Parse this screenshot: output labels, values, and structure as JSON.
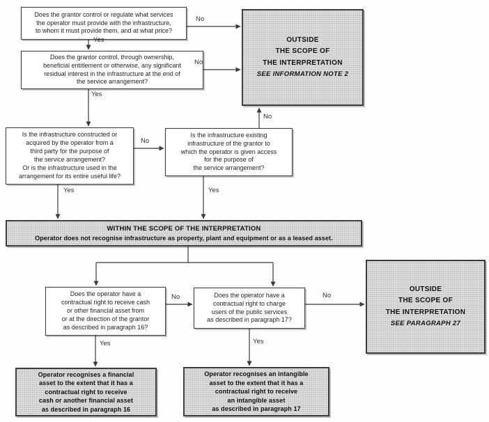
{
  "labels": {
    "yes": "Yes",
    "no": "No"
  },
  "colors": {
    "box_fill": "#ffffff",
    "shaded_fill": "#c9c9c9",
    "border": "#3c3c3c",
    "line": "#3a3a3a"
  },
  "nodes": {
    "q1": {
      "text": "Does the grantor control or regulate what services\nthe operator must provide with the infrastructure,\nto whom it must provide them, and at what price?"
    },
    "q2": {
      "text": "Does the grantor control, through ownership,\nbeneficial entitlement or otherwise, any significant\nresidual interest in the infrastructure at the end of\nthe service arrangement?"
    },
    "q3": {
      "text": "Is the infrastructure constructed or\nacquired by the operator from a\nthird party for the purpose of\nthe service arrangement?\nOr is the infrastructure used in the\narrangement for its entire useful life?"
    },
    "q4": {
      "text": "Is the infrastructure existing\ninfrastructure of the grantor to\nwhich the operator is given access\nfor the purpose of\nthe service arrangement?"
    },
    "q5": {
      "text": "Does the operator have a\ncontractual right to receive cash\nor other financial asset from\nor at the direction of the grantor\nas described in paragraph 16?"
    },
    "q6": {
      "text": "Does the operator have a\ncontractual right to charge\nusers of the public services\nas described in paragraph 17?"
    },
    "outside_top": {
      "title": "OUTSIDE\nTHE SCOPE OF\nTHE INTERPRETATION",
      "note": "SEE INFORMATION NOTE 2"
    },
    "outside_right": {
      "title": "OUTSIDE\nTHE SCOPE OF\nTHE INTERPRETATION",
      "note": "SEE PARAGRAPH 27"
    },
    "within": {
      "title": "WITHIN THE SCOPE OF THE INTERPRETATION",
      "subtitle": "Operator does not recognise infrastructure as property, plant and equipment or as a leased asset."
    },
    "result_financial": {
      "text": "Operator recognises a financial\nasset to the extent that it has a\ncontractual right to receive\ncash or another financial asset\nas described in paragraph 16"
    },
    "result_intangible": {
      "text": "Operator recognises an intangible\nasset to the extent that it has a\ncontractual right to receive\nan intangible asset\nas described in paragraph 17"
    }
  }
}
